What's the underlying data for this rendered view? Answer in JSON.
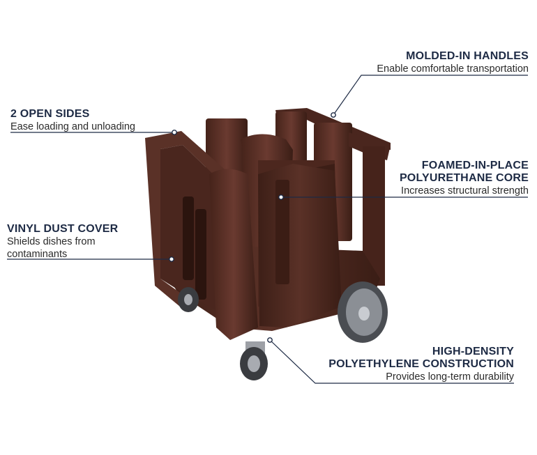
{
  "colors": {
    "product_body": "#4e2a22",
    "product_highlight": "#6a3a30",
    "product_shadow": "#33190f",
    "callout_line": "#1d2a44",
    "wheel_tire": "#4a4d52",
    "wheel_hub": "#c9ccd1"
  },
  "callouts": {
    "molded_handles": {
      "title": "MOLDED-IN HANDLES",
      "desc": "Enable comfortable transportation"
    },
    "open_sides": {
      "title": "2 OPEN SIDES",
      "desc": "Ease loading and unloading"
    },
    "foamed_core": {
      "title_line1": "FOAMED-IN-PLACE",
      "title_line2": "POLYURETHANE CORE",
      "desc": "Increases structural strength"
    },
    "dust_cover": {
      "title": "VINYL DUST COVER",
      "desc_line1": "Shields dishes from",
      "desc_line2": "contaminants"
    },
    "hdpe": {
      "title_line1": "HIGH-DENSITY",
      "title_line2": "POLYETHYLENE CONSTRUCTION",
      "desc": "Provides long-term durability"
    }
  },
  "icons": [
    "dish-caddy-product-image",
    "callout-dot-icon"
  ]
}
